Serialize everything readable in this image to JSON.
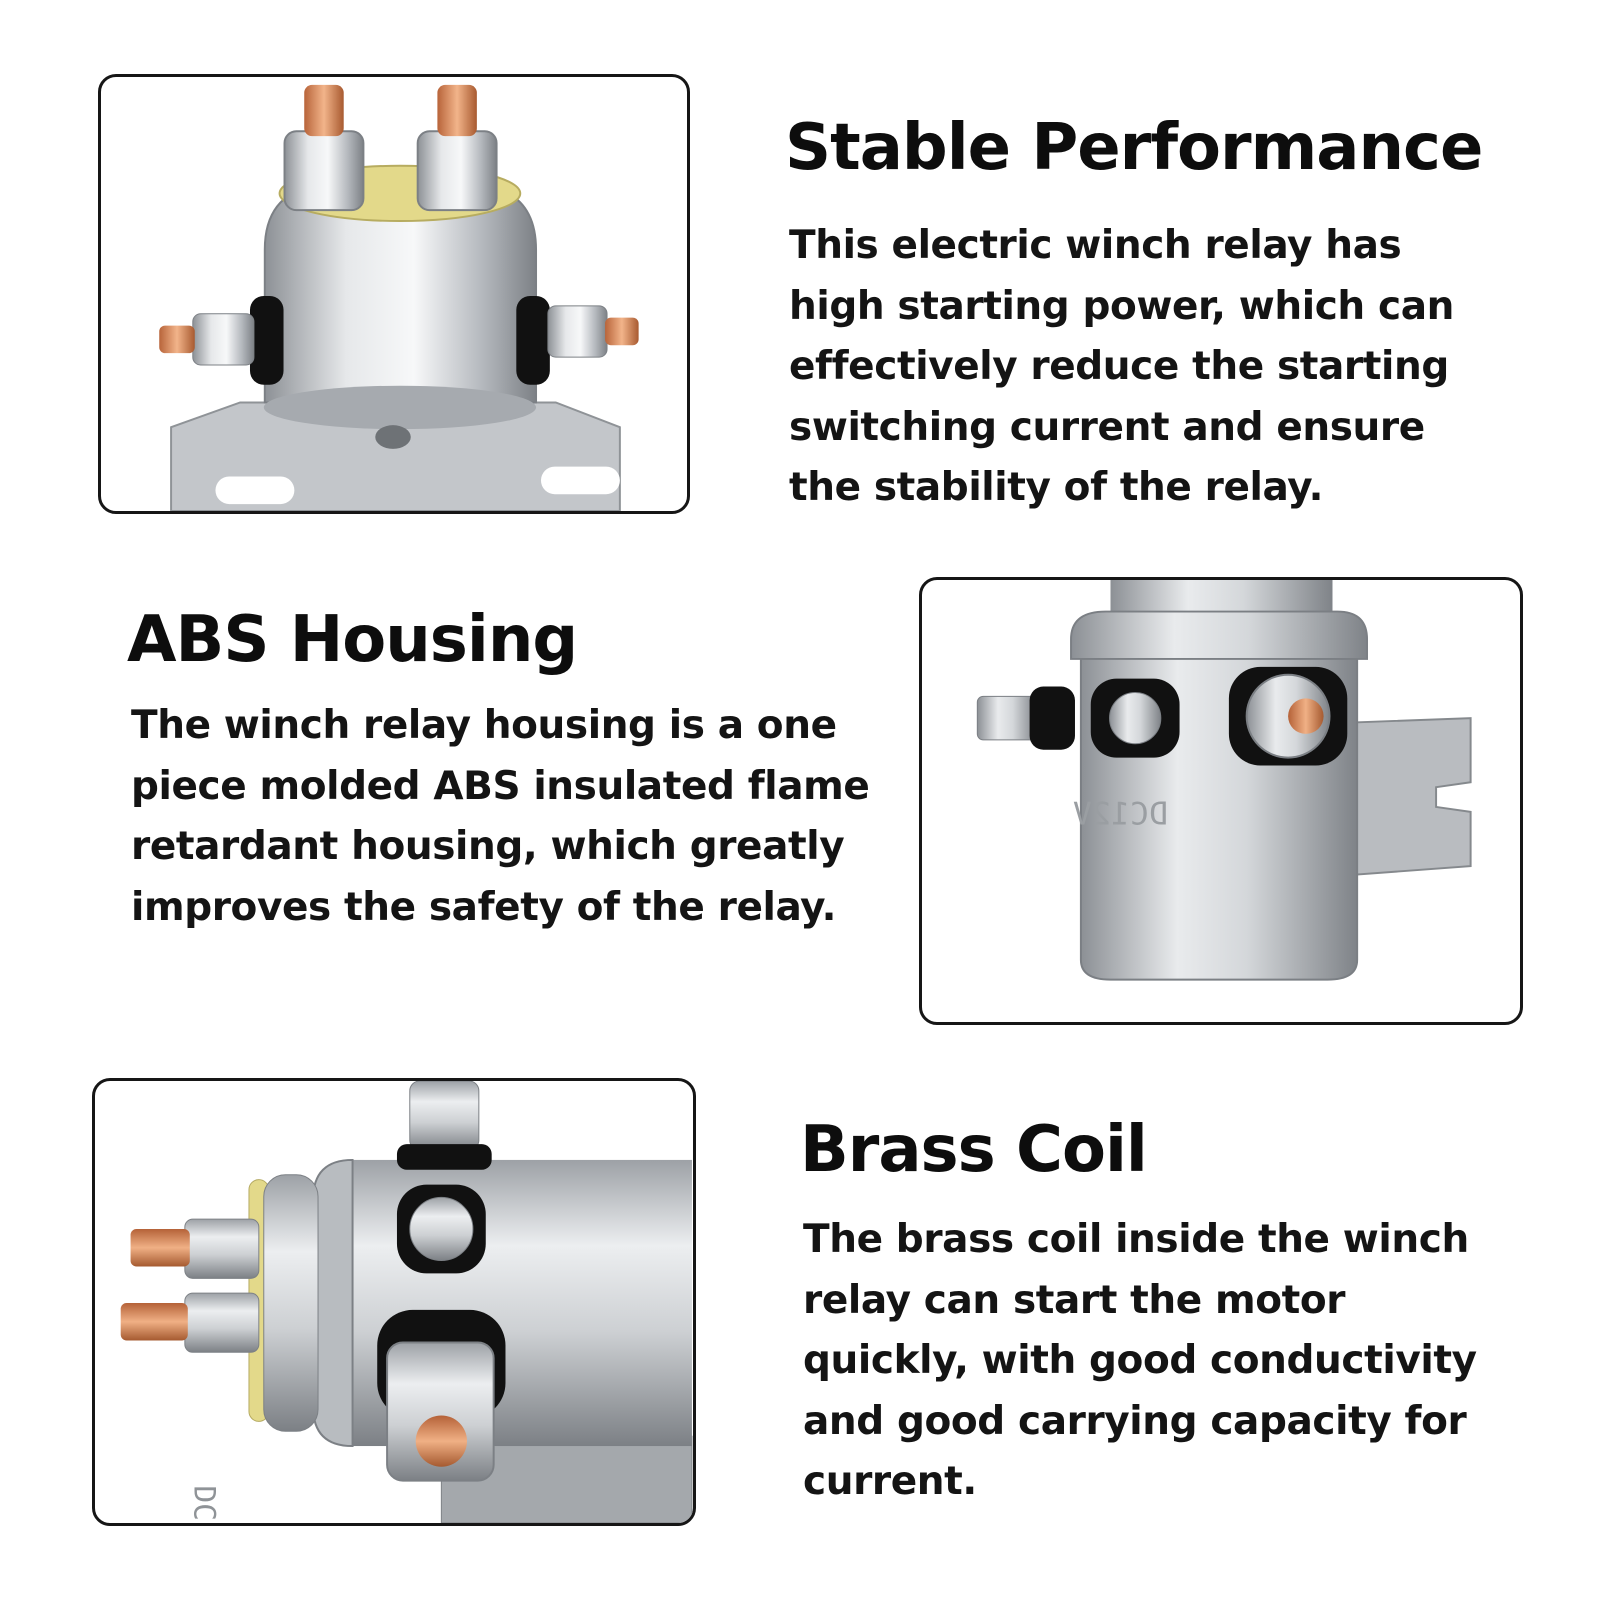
{
  "sections": [
    {
      "title": "Stable Performance",
      "description": "This electric winch relay has high starting power, which can effectively reduce the starting switching current and ensure the stability of the relay."
    },
    {
      "title": "ABS Housing",
      "description": "The winch relay housing is a one piece molded ABS insulated flame retardant housing, which greatly improves the safety of the relay."
    },
    {
      "title": "Brass Coil",
      "description": "The brass coil inside the winch relay can start the motor quickly, with good conductivity and good carrying capacity for current."
    }
  ],
  "product_marking": "DC12V",
  "colors": {
    "frame_border": "#161616",
    "text": "#0d0d0d",
    "metal": "#c9ccd0",
    "copper": "#d98a5a",
    "insulator_yellow": "#e3d98a"
  }
}
